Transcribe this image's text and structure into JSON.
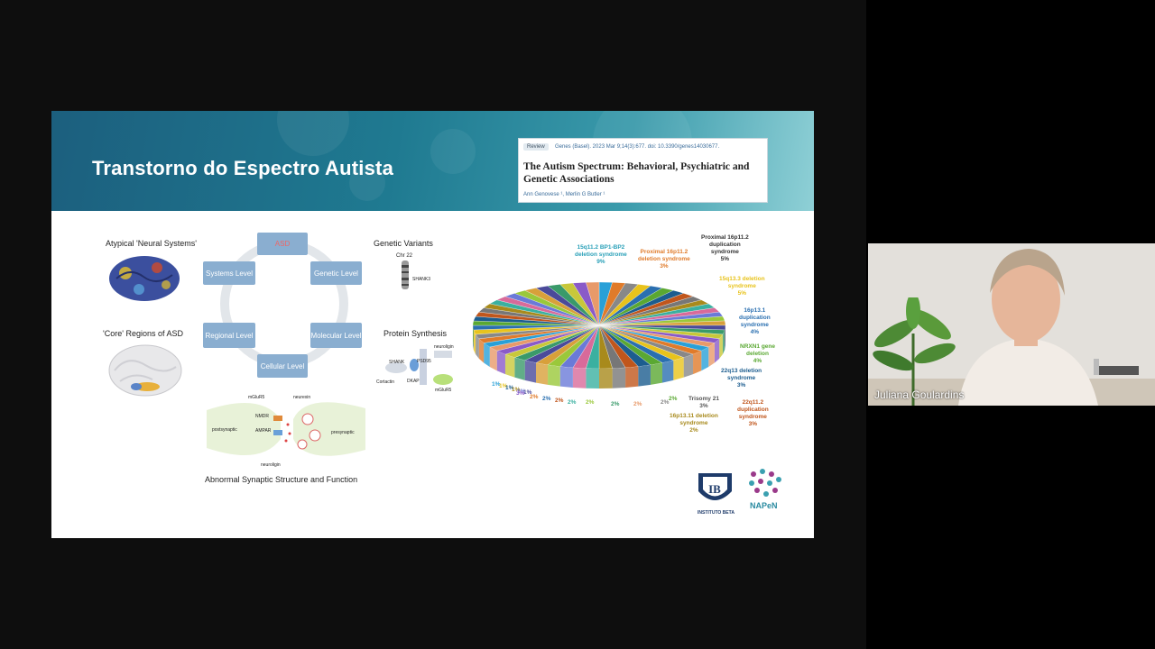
{
  "slide": {
    "title": "Transtorno do Espectro Autista",
    "paper": {
      "tag": "Review",
      "citation": "Genes (Basel). 2023 Mar 9;14(3):677. doi: 10.3390/genes14030677.",
      "title": "The Autism Spectrum: Behavioral, Psychiatric and Genetic Associations",
      "authors": "Ann Genovese ¹, Merlin G Butler ¹"
    },
    "figure": {
      "atypical_label": "Atypical 'Neural Systems'",
      "core_label": "'Core' Regions of ASD",
      "genetic_variants": "Genetic Variants",
      "chr_label": "Chr 22",
      "shank3": "SHANK3",
      "protein_synthesis": "Protein Synthesis",
      "synaptic_label": "Abnormal Synaptic Structure and Function",
      "cycle": {
        "center": "ASD",
        "systems": "Systems Level",
        "genetic": "Genetic Level",
        "regional": "Regional Level",
        "molecular": "Molecular Level",
        "cellular": "Cellular Level"
      },
      "protein_parts": {
        "shank": "SHANK",
        "cortactin": "Cortactin",
        "dkap": "DKAP",
        "neuroligin": "neuroligin",
        "mglur5": "mGluR5",
        "psd95": "PSD95"
      },
      "synapse_parts": {
        "mglur5": "mGluR5",
        "neurexin": "neurexin",
        "nmdr": "NMDR",
        "ampar": "AMPAR",
        "postsynaptic": "postsynaptic",
        "presynaptic": "presynaptic",
        "neuroligin": "neuroligin"
      }
    },
    "pie_labels": [
      {
        "text": "15q11.2 BP1-BP2\ndeletion syndrome\n9%",
        "color": "#29a0b8"
      },
      {
        "text": "Proximal 16p11.2\ndeletion syndrome\n3%",
        "color": "#e07b2a"
      },
      {
        "text": "Proximal 16p11.2\nduplication\nsyndrome\n5%",
        "color": "#333333"
      },
      {
        "text": "15q13.3 deletion\nsyndrome\n5%",
        "color": "#e8c31c"
      },
      {
        "text": "16p13.1\nduplication\nsyndrome\n4%",
        "color": "#2a6fb0"
      },
      {
        "text": "NRXN1 gene\ndeletion\n4%",
        "color": "#5aa832"
      },
      {
        "text": "22q13 deletion\nsyndrome\n3%",
        "color": "#1c5d8f"
      },
      {
        "text": "22q11.2\nduplication\nsyndrome\n3%",
        "color": "#c0561c"
      },
      {
        "text": "Trisomy 21\n3%",
        "color": "#555555"
      },
      {
        "text": "16p13.11 deletion\nsyndrome\n2%",
        "color": "#a88a1c"
      }
    ],
    "pie_small_labels": [
      "1%",
      "1%",
      "1%",
      "1%",
      "1%",
      "1%",
      "3%",
      "2%",
      "2%",
      "2%",
      "2%",
      "2%",
      "2%",
      "2%",
      "2%",
      "2%"
    ],
    "logos": {
      "instituto": "INSTITUTO BETA",
      "napen": "NAPeN"
    }
  },
  "participant": {
    "name": "Juliana Goulardins"
  },
  "colors": {
    "banner": "#1f7a91",
    "cycle_box": "#8aaed0"
  }
}
